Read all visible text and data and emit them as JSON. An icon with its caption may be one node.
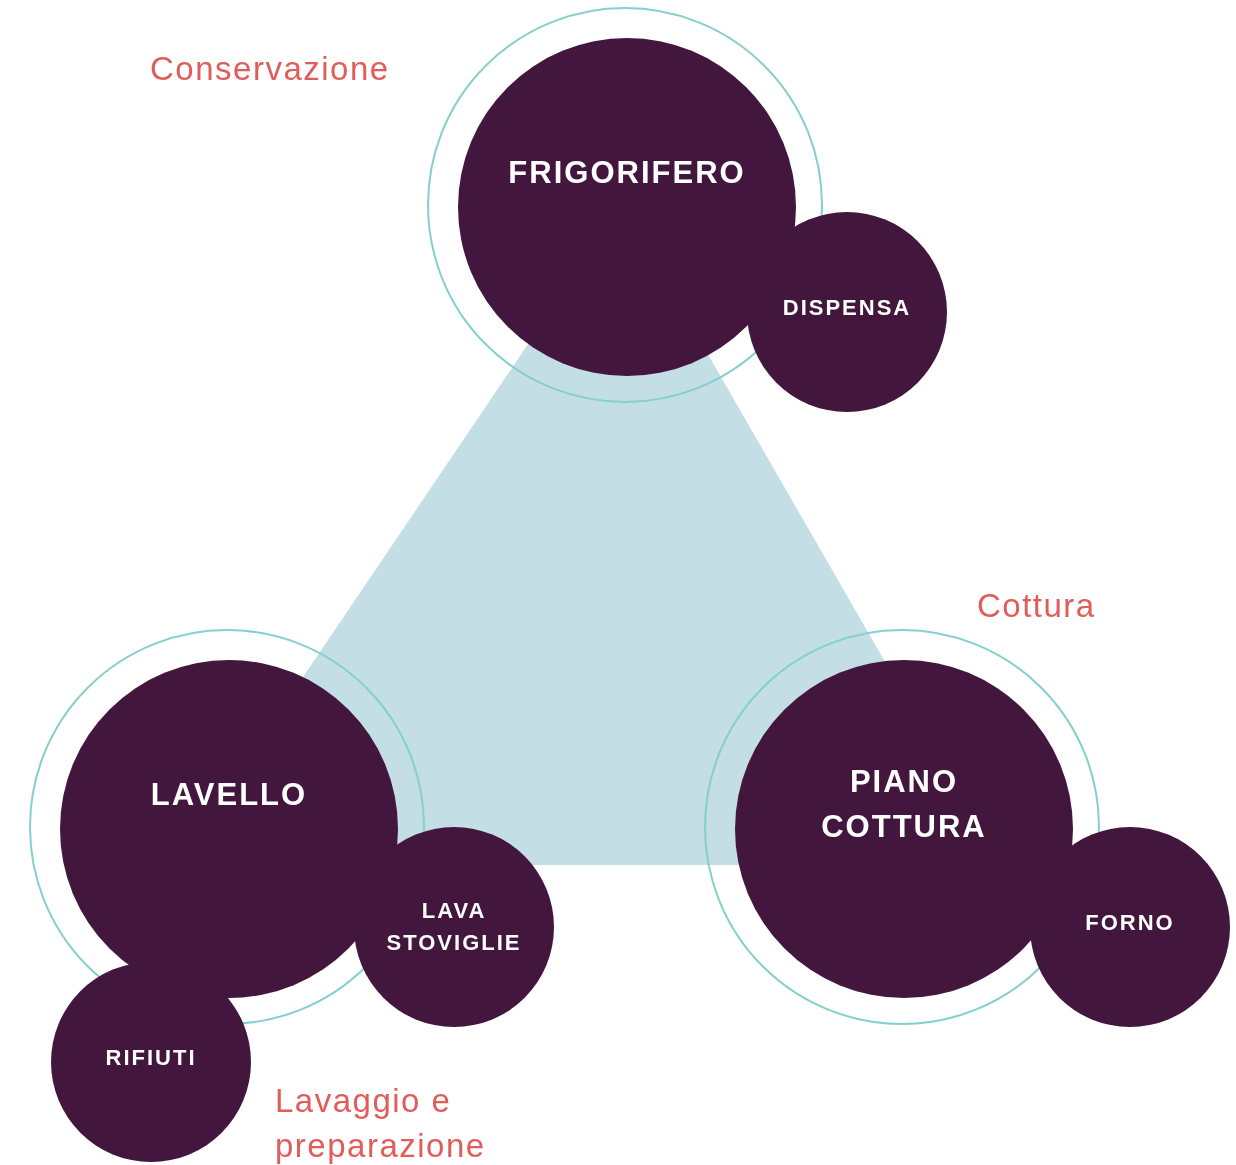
{
  "diagram": {
    "nodes": [
      {
        "text": [
          "Conservazione"
        ]
      },
      {
        "text": [
          "FRIGORIFERO"
        ],
        "in": 0
      },
      {
        "text": [
          "DISPENSA"
        ]
      },
      {
        "text": [
          "Cottura"
        ]
      },
      {
        "text": [
          "PIANO COTTURA"
        ],
        "in": 3
      },
      {
        "text": [
          "FORNO"
        ]
      },
      {
        "text": [
          "Lavaggio e preparazione"
        ]
      },
      {
        "text": [
          "LAVELLO"
        ],
        "in": 6
      },
      {
        "text": [
          "LAVA STOVIGLIE"
        ]
      },
      {
        "text": [
          "RIFIUTI"
        ]
      }
    ],
    "edges": []
  }
}
